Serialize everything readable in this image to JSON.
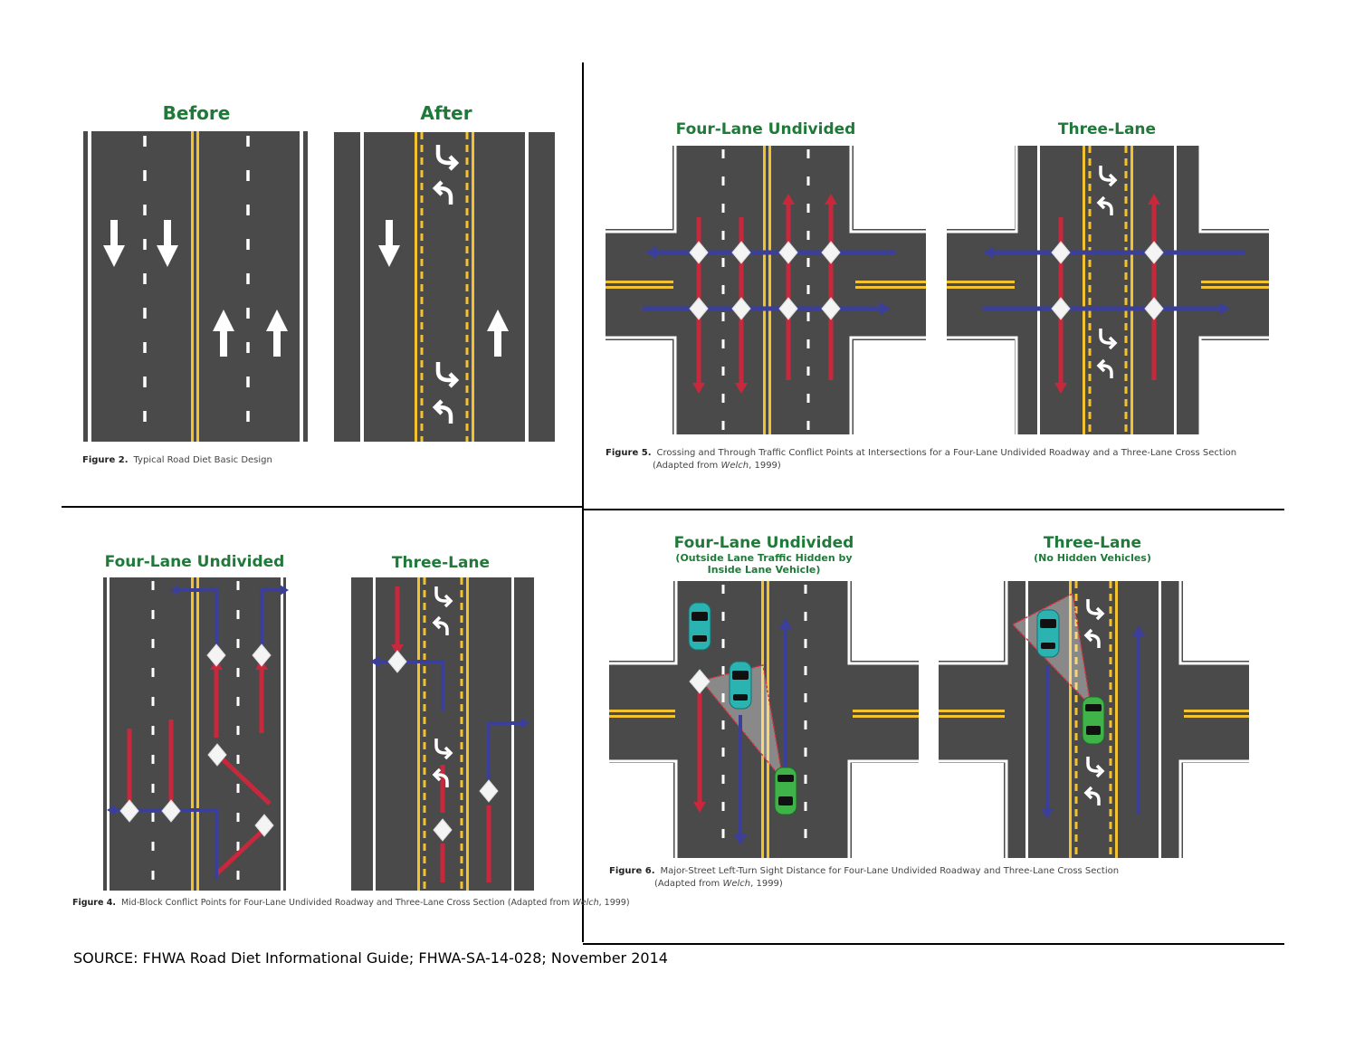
{
  "fig2": {
    "before_title": "Before",
    "after_title": "After",
    "caption_label": "Figure 2.",
    "caption_text": "Typical Road Diet Basic Design"
  },
  "fig5": {
    "left_title": "Four-Lane Undivided",
    "right_title": "Three-Lane",
    "caption_label": "Figure 5.",
    "caption_line1": "Crossing and Through Traffic Conflict Points at Intersections for a Four-Lane Undivided Roadway and a Three-Lane Cross Section",
    "caption_line2_pre": "(Adapted from ",
    "caption_line2_em": "Welch",
    "caption_line2_post": ", 1999)"
  },
  "fig4": {
    "left_title": "Four-Lane Undivided",
    "right_title": "Three-Lane",
    "caption_label": "Figure 4.",
    "caption_text_pre": "Mid-Block Conflict Points for Four-Lane Undivided Roadway and Three-Lane Cross Section (Adapted from ",
    "caption_text_em": "Welch",
    "caption_text_post": ", 1999)"
  },
  "fig6": {
    "left_title": "Four-Lane Undivided",
    "left_sub1": "(Outside Lane Traffic Hidden by",
    "left_sub2": "Inside Lane Vehicle)",
    "right_title": "Three-Lane",
    "right_sub": "(No Hidden Vehicles)",
    "caption_label": "Figure 6.",
    "caption_line1": "Major-Street Left-Turn Sight Distance for Four-Lane Undivided Roadway and Three-Lane Cross Section",
    "caption_line2_pre": "(Adapted from ",
    "caption_line2_em": "Welch",
    "caption_line2_post": ", 1999)"
  },
  "source": "SOURCE:  FHWA Road Diet Informational Guide; FHWA-SA-14-028; November 2014",
  "colors": {
    "road": "#4a4a4a",
    "yellow": "#f2c230",
    "white": "#ffffff",
    "red": "#c8283c",
    "blue": "#3b3f9a",
    "green_title": "#1f7a3a",
    "car_teal": "#2bb3b1",
    "car_green": "#3fb34a"
  }
}
